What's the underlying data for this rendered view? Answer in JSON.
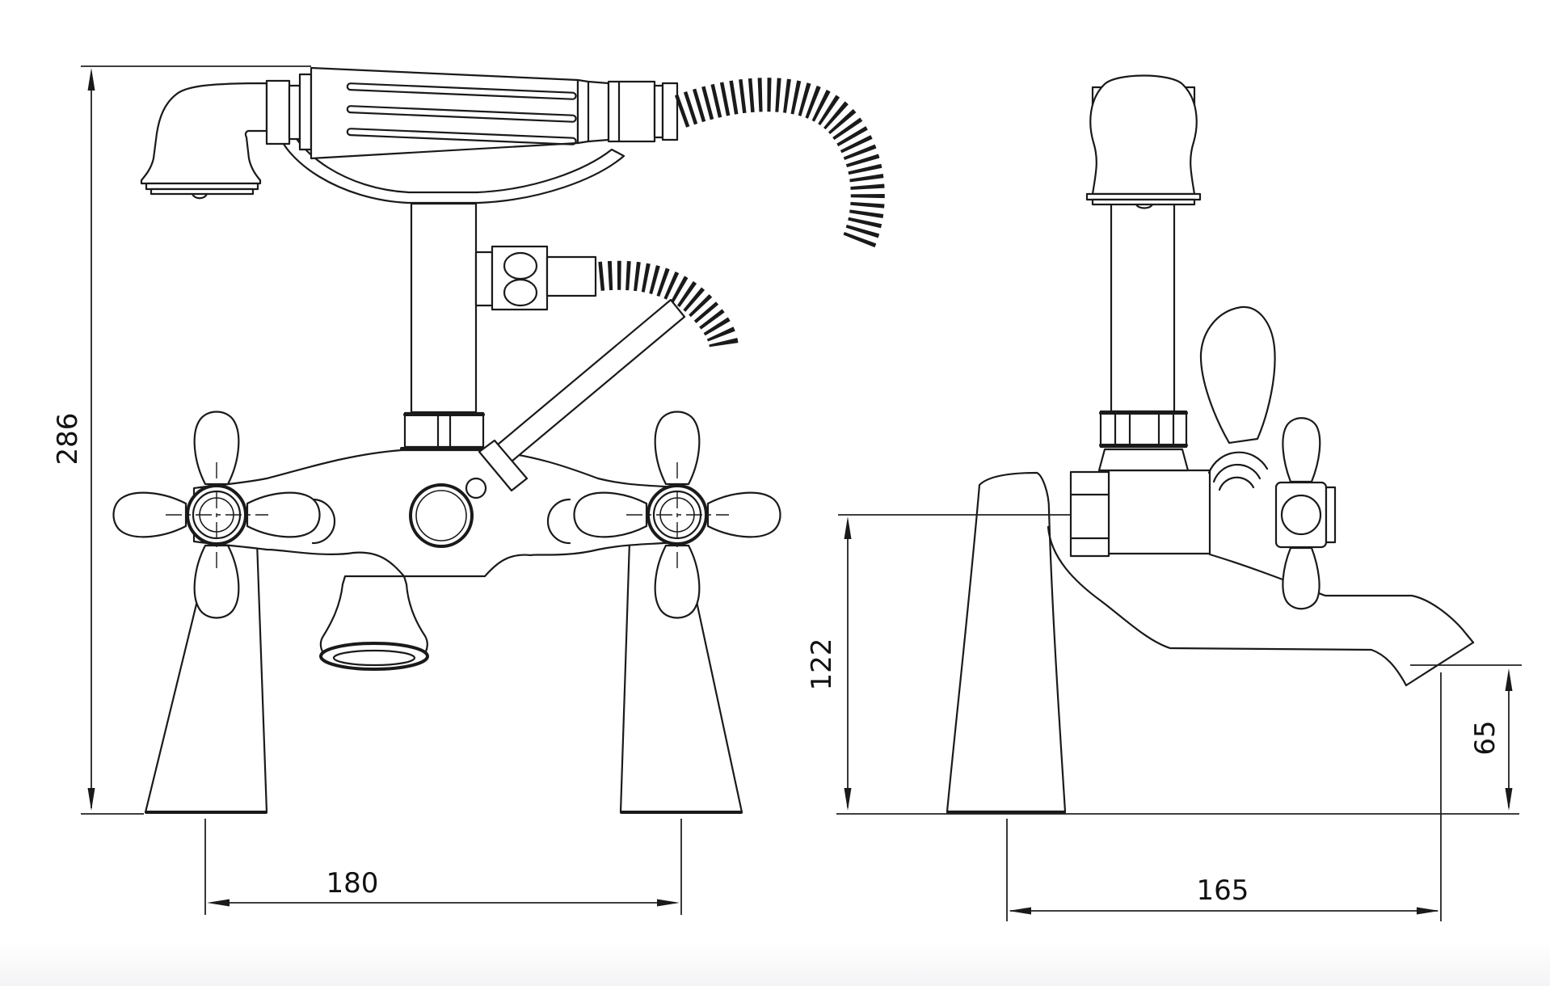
{
  "diagram": {
    "type": "technical-drawing",
    "subject": "bath-shower-mixer-two-view-dimension-drawing",
    "line_color": "#1a1a1a",
    "background": "#ffffff",
    "views": [
      {
        "id": "front-view",
        "dimensions_shown": [
          "286",
          "180"
        ]
      },
      {
        "id": "side-view",
        "dimensions_shown": [
          "122",
          "65",
          "165"
        ]
      }
    ],
    "dimensions": {
      "overall_height": {
        "label": "286",
        "orientation": "vertical"
      },
      "tail_centres": {
        "label": "180",
        "orientation": "horizontal"
      },
      "body_height": {
        "label": "122",
        "orientation": "vertical"
      },
      "spout_clearance": {
        "label": "65",
        "orientation": "vertical"
      },
      "spout_reach": {
        "label": "165",
        "orientation": "horizontal"
      }
    }
  }
}
